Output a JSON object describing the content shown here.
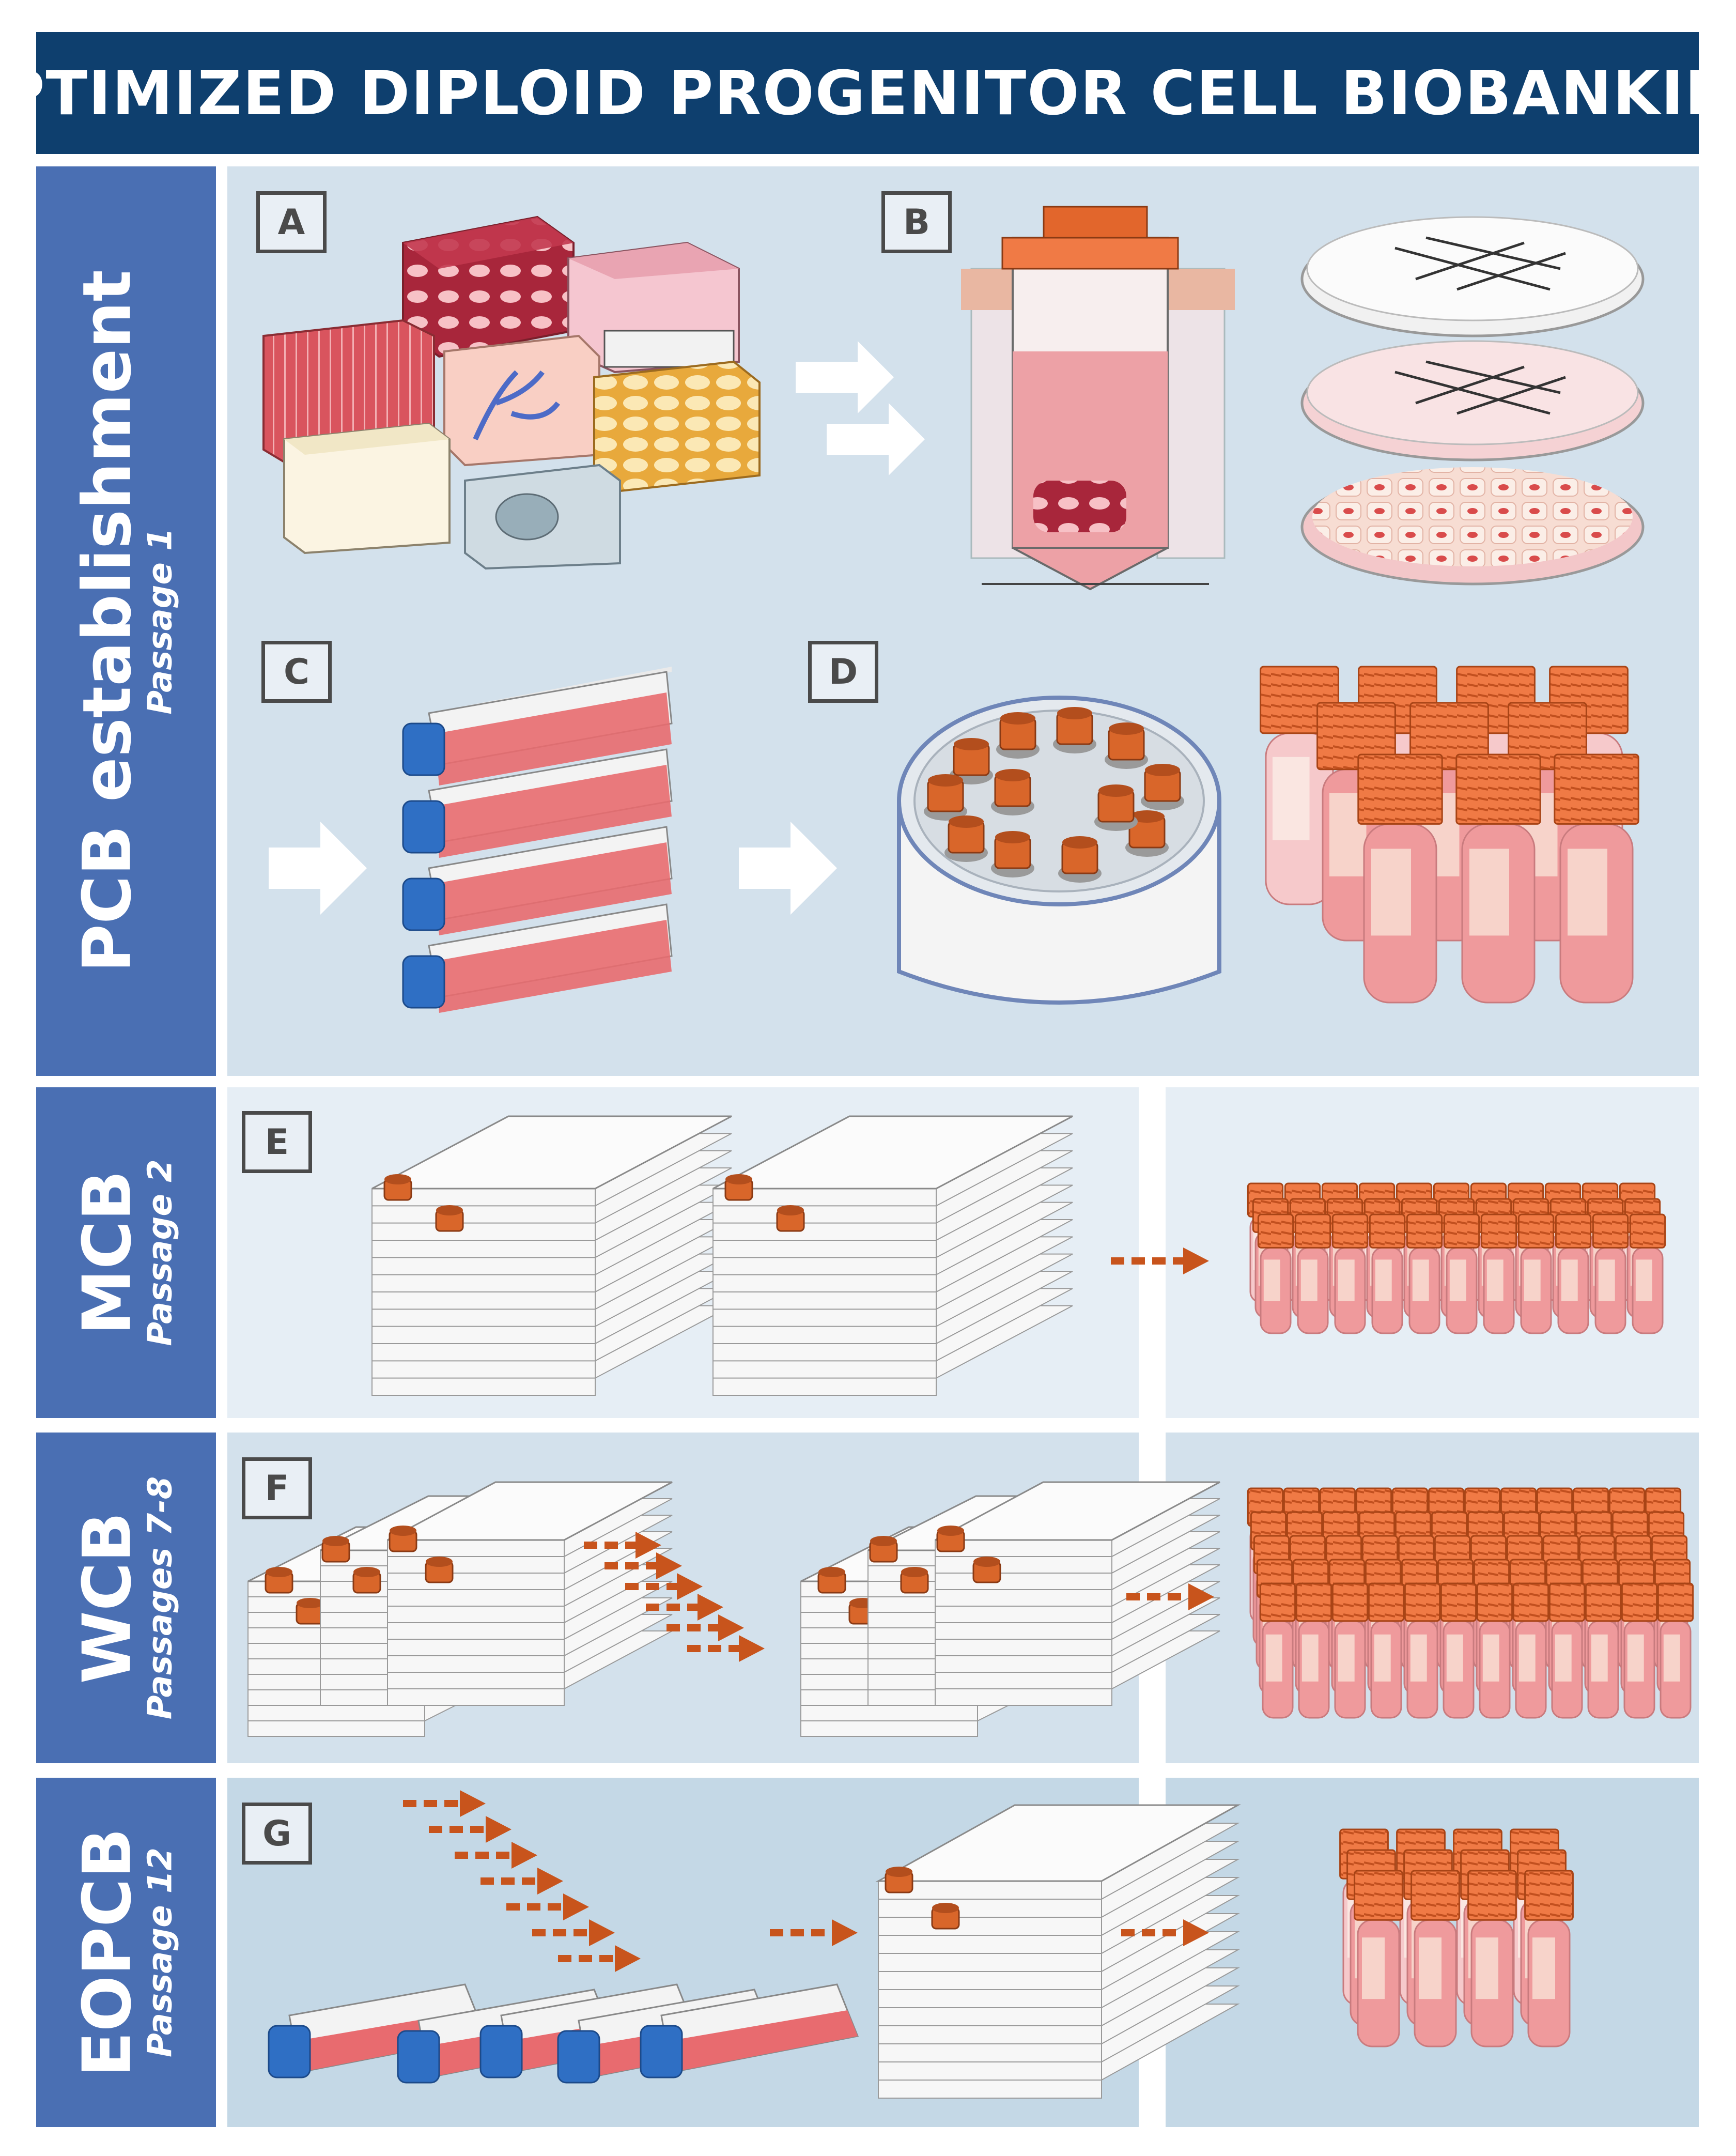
{
  "title": "OPTIMIZED DIPLOID PROGENITOR CELL BIOBANKING",
  "rows": [
    {
      "main": "PCB establishment",
      "sub": "Passage 1"
    },
    {
      "main": "MCB",
      "sub": "Passage 2"
    },
    {
      "main": "WCB",
      "sub": "Passages 7-8"
    },
    {
      "main": "EOPCB",
      "sub": "Passage 12"
    }
  ],
  "steps": [
    "A",
    "B",
    "C",
    "D",
    "E",
    "F",
    "G"
  ],
  "colors": {
    "title_bg": "#0e3f6e",
    "side_bg": "#4a6fb3",
    "panel_bg": "#d3e1ec",
    "panel_light_bg": "#e6eef5",
    "orange_cap": "#d9662a",
    "arrow_orange": "#c8541c",
    "blue_cap": "#2f6fc4",
    "medium_pink": "#e98a8a"
  }
}
